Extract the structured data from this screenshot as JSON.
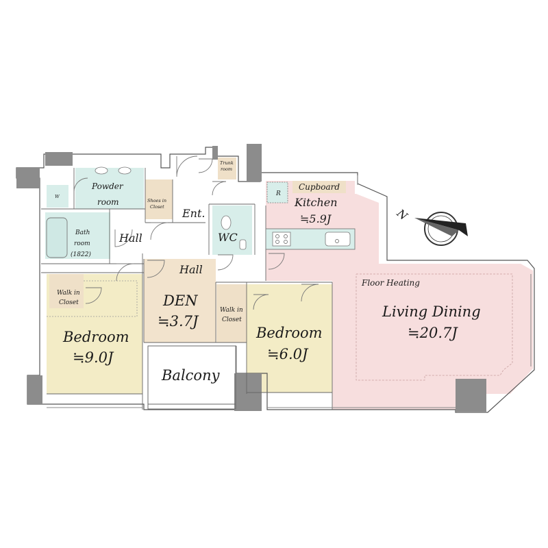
{
  "floorplan": {
    "rooms": {
      "powder_room": {
        "line1": "Powder",
        "line2": "room"
      },
      "bath_room": {
        "line1": "Bath",
        "line2": "room",
        "line3": "(1822)"
      },
      "hall_left": "Hall",
      "hall_center": "Hall",
      "entrance": "Ent.",
      "wc": "WC",
      "kitchen": {
        "name": "Kitchen",
        "size": "≒5.9J"
      },
      "cupboard": "Cupboard",
      "refrigerator": "R",
      "trunk_room": {
        "line1": "Trunk",
        "line2": "room"
      },
      "shoes_in_closet": {
        "line1": "Shoes in",
        "line2": "Closet"
      },
      "washer": "W",
      "walk_in_closet_left": {
        "line1": "Walk in",
        "line2": "Closet"
      },
      "walk_in_closet_center": {
        "line1": "Walk in",
        "line2": "Closet"
      },
      "bedroom_left": {
        "name": "Bedroom",
        "size": "≒9.0J"
      },
      "den": {
        "name": "DEN",
        "size": "≒3.7J"
      },
      "bedroom_center": {
        "name": "Bedroom",
        "size": "≒6.0J"
      },
      "living_dining": {
        "name": "Living Dining",
        "size": "≒20.7J",
        "note": "Floor Heating"
      },
      "balcony": "Balcony"
    },
    "compass": {
      "label": "N",
      "icon": "north-arrow-icon"
    },
    "colors": {
      "living": "#f7dede",
      "bedroom": "#f3ecc6",
      "den": "#f2e3cd",
      "wet_area": "#d8eeea",
      "hall": "#ffffff",
      "closet": "#efe0c8",
      "wall": "#8c8c8c"
    }
  }
}
